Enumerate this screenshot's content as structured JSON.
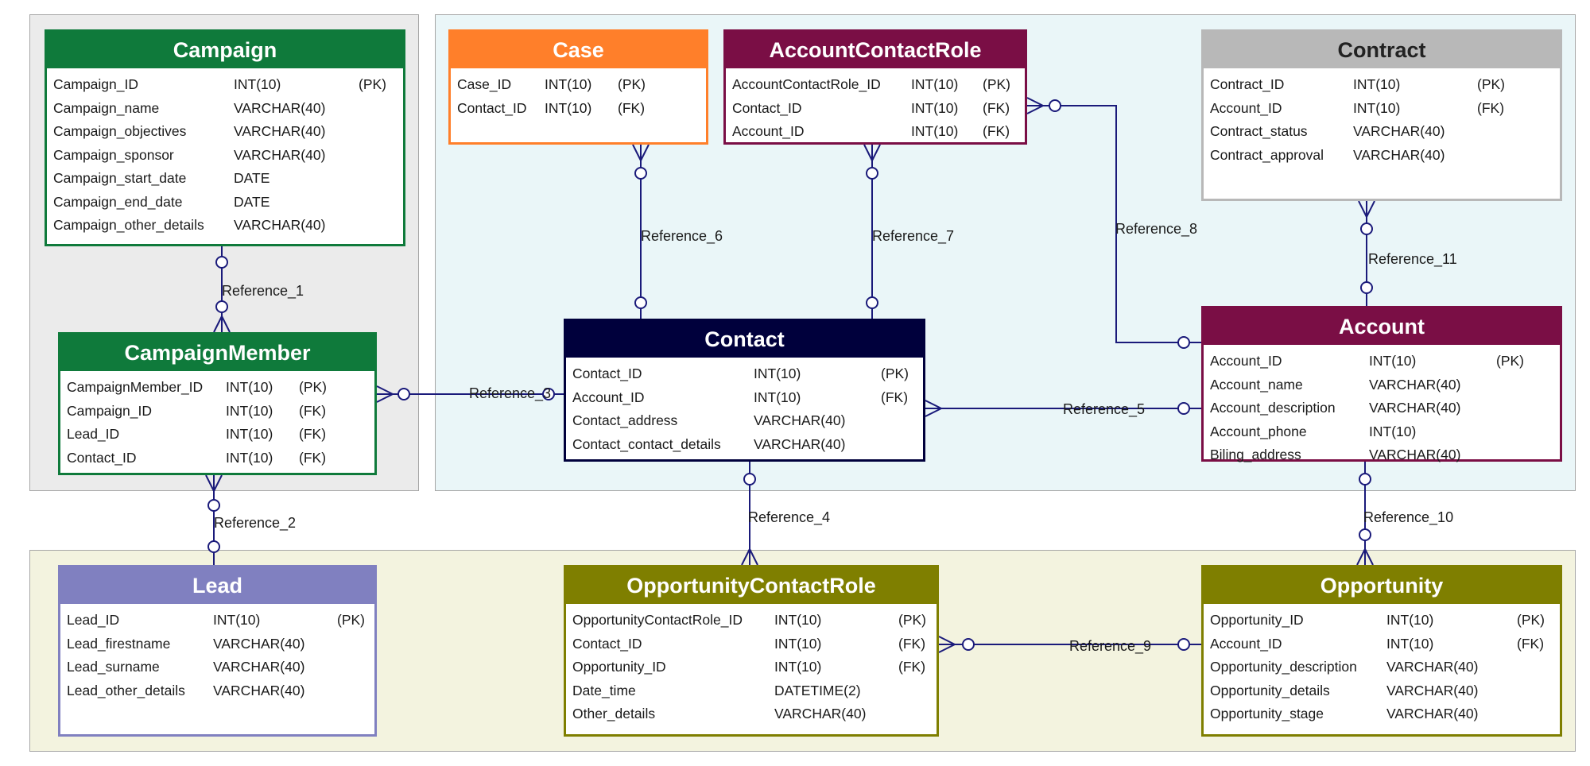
{
  "colors": {
    "green": "#0f7a3b",
    "orange": "#ff7f2a",
    "maroon": "#7a0e45",
    "gray": "#b8b8b8",
    "navy": "#00003c",
    "lavender": "#8080c0",
    "olive": "#7f7f00",
    "connector": "#1a1a7a"
  },
  "entities": {
    "campaign": {
      "title": "Campaign",
      "rows": [
        {
          "name": "Campaign_ID",
          "type": "INT(10)",
          "key": "(PK)"
        },
        {
          "name": "Campaign_name",
          "type": "VARCHAR(40)",
          "key": ""
        },
        {
          "name": "Campaign_objectives",
          "type": "VARCHAR(40)",
          "key": ""
        },
        {
          "name": "Campaign_sponsor",
          "type": "VARCHAR(40)",
          "key": ""
        },
        {
          "name": "Campaign_start_date",
          "type": "DATE",
          "key": ""
        },
        {
          "name": "Campaign_end_date",
          "type": "DATE",
          "key": ""
        },
        {
          "name": "Campaign_other_details",
          "type": "VARCHAR(40)",
          "key": ""
        }
      ]
    },
    "campaign_member": {
      "title": "CampaignMember",
      "rows": [
        {
          "name": "CampaignMember_ID",
          "type": "INT(10)",
          "key": "(PK)"
        },
        {
          "name": "Campaign_ID",
          "type": "INT(10)",
          "key": "(FK)"
        },
        {
          "name": "Lead_ID",
          "type": "INT(10)",
          "key": "(FK)"
        },
        {
          "name": "Contact_ID",
          "type": "INT(10)",
          "key": "(FK)"
        }
      ]
    },
    "case": {
      "title": "Case",
      "rows": [
        {
          "name": "Case_ID",
          "type": "INT(10)",
          "key": "(PK)"
        },
        {
          "name": "Contact_ID",
          "type": "INT(10)",
          "key": "(FK)"
        }
      ]
    },
    "account_contact_role": {
      "title": "AccountContactRole",
      "rows": [
        {
          "name": "AccountContactRole_ID",
          "type": "INT(10)",
          "key": "(PK)"
        },
        {
          "name": "Contact_ID",
          "type": "INT(10)",
          "key": "(FK)"
        },
        {
          "name": "Account_ID",
          "type": "INT(10)",
          "key": "(FK)"
        }
      ]
    },
    "contract": {
      "title": "Contract",
      "rows": [
        {
          "name": "Contract_ID",
          "type": "INT(10)",
          "key": "(PK)"
        },
        {
          "name": "Account_ID",
          "type": "INT(10)",
          "key": "(FK)"
        },
        {
          "name": "Contract_status",
          "type": "VARCHAR(40)",
          "key": ""
        },
        {
          "name": "Contract_approval",
          "type": "VARCHAR(40)",
          "key": ""
        }
      ]
    },
    "contact": {
      "title": "Contact",
      "rows": [
        {
          "name": "Contact_ID",
          "type": "INT(10)",
          "key": "(PK)"
        },
        {
          "name": "Account_ID",
          "type": "INT(10)",
          "key": "(FK)"
        },
        {
          "name": "Contact_address",
          "type": "VARCHAR(40)",
          "key": ""
        },
        {
          "name": "Contact_contact_details",
          "type": "VARCHAR(40)",
          "key": ""
        }
      ]
    },
    "account": {
      "title": "Account",
      "rows": [
        {
          "name": "Account_ID",
          "type": "INT(10)",
          "key": "(PK)"
        },
        {
          "name": "Account_name",
          "type": "VARCHAR(40)",
          "key": ""
        },
        {
          "name": "Account_description",
          "type": "VARCHAR(40)",
          "key": ""
        },
        {
          "name": "Account_phone",
          "type": "INT(10)",
          "key": ""
        },
        {
          "name": "Biling_address",
          "type": "VARCHAR(40)",
          "key": ""
        }
      ]
    },
    "lead": {
      "title": "Lead",
      "rows": [
        {
          "name": "Lead_ID",
          "type": "INT(10)",
          "key": "(PK)"
        },
        {
          "name": "Lead_firestname",
          "type": "VARCHAR(40)",
          "key": ""
        },
        {
          "name": "Lead_surname",
          "type": "VARCHAR(40)",
          "key": ""
        },
        {
          "name": "Lead_other_details",
          "type": "VARCHAR(40)",
          "key": ""
        }
      ]
    },
    "opportunity_contact_role": {
      "title": "OpportunityContactRole",
      "rows": [
        {
          "name": "OpportunityContactRole_ID",
          "type": "INT(10)",
          "key": "(PK)"
        },
        {
          "name": "Contact_ID",
          "type": "INT(10)",
          "key": "(FK)"
        },
        {
          "name": "Opportunity_ID",
          "type": "INT(10)",
          "key": "(FK)"
        },
        {
          "name": "Date_time",
          "type": "DATETIME(2)",
          "key": ""
        },
        {
          "name": "Other_details",
          "type": "VARCHAR(40)",
          "key": ""
        }
      ]
    },
    "opportunity": {
      "title": "Opportunity",
      "rows": [
        {
          "name": "Opportunity_ID",
          "type": "INT(10)",
          "key": "(PK)"
        },
        {
          "name": "Account_ID",
          "type": "INT(10)",
          "key": "(FK)"
        },
        {
          "name": "Opportunity_description",
          "type": "VARCHAR(40)",
          "key": ""
        },
        {
          "name": "Opportunity_details",
          "type": "VARCHAR(40)",
          "key": ""
        },
        {
          "name": "Opportunity_stage",
          "type": "VARCHAR(40)",
          "key": ""
        }
      ]
    }
  },
  "references": [
    {
      "label": "Reference_1",
      "from": "Campaign",
      "to": "CampaignMember"
    },
    {
      "label": "Reference_2",
      "from": "Lead",
      "to": "CampaignMember"
    },
    {
      "label": "Reference_3",
      "from": "Contact",
      "to": "CampaignMember"
    },
    {
      "label": "Reference_4",
      "from": "Contact",
      "to": "OpportunityContactRole"
    },
    {
      "label": "Reference_5",
      "from": "Account",
      "to": "Contact"
    },
    {
      "label": "Reference_6",
      "from": "Contact",
      "to": "Case"
    },
    {
      "label": "Reference_7",
      "from": "Contact",
      "to": "AccountContactRole"
    },
    {
      "label": "Reference_8",
      "from": "Account",
      "to": "AccountContactRole"
    },
    {
      "label": "Reference_9",
      "from": "Opportunity",
      "to": "OpportunityContactRole"
    },
    {
      "label": "Reference_10",
      "from": "Account",
      "to": "Opportunity"
    },
    {
      "label": "Reference_11",
      "from": "Account",
      "to": "Contract"
    }
  ]
}
